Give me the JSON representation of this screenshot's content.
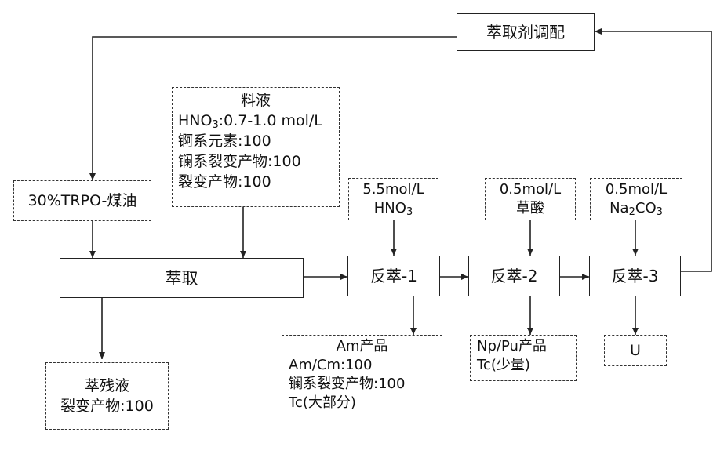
{
  "boxes": {
    "solvent_adjust": "萃取剂调配",
    "solvent": "30%TRPO-煤油",
    "extraction": "萃取",
    "strip1": "反萃-1",
    "strip2": "反萃-2",
    "strip3": "反萃-3"
  },
  "feed": {
    "title": "料液",
    "hno3_prefix": "HNO",
    "hno3_sub": "3",
    "hno3_suffix": ":0.7-1.0 mol/L",
    "lines": [
      "锕系元素:100",
      "镧系裂变产物:100",
      "裂变产物:100"
    ]
  },
  "reagents": {
    "r1_line1": "5.5mol/L",
    "r1_line2_prefix": "HNO",
    "r1_line2_sub": "3",
    "r2_line1": "0.5mol/L",
    "r2_line2": "草酸",
    "r3_line1": "0.5mol/L",
    "r3_line2_prefix": "Na",
    "r3_line2_sub1": "2",
    "r3_line2_mid": "CO",
    "r3_line2_sub2": "3"
  },
  "products": {
    "raffinate": [
      "萃残液",
      "裂变产物:100"
    ],
    "am": [
      "Am产品",
      "Am/Cm:100",
      "镧系裂变产物:100",
      "Tc(大部分)"
    ],
    "np_pu": [
      "Np/Pu产品",
      "Tc(少量)"
    ],
    "u": "U"
  }
}
